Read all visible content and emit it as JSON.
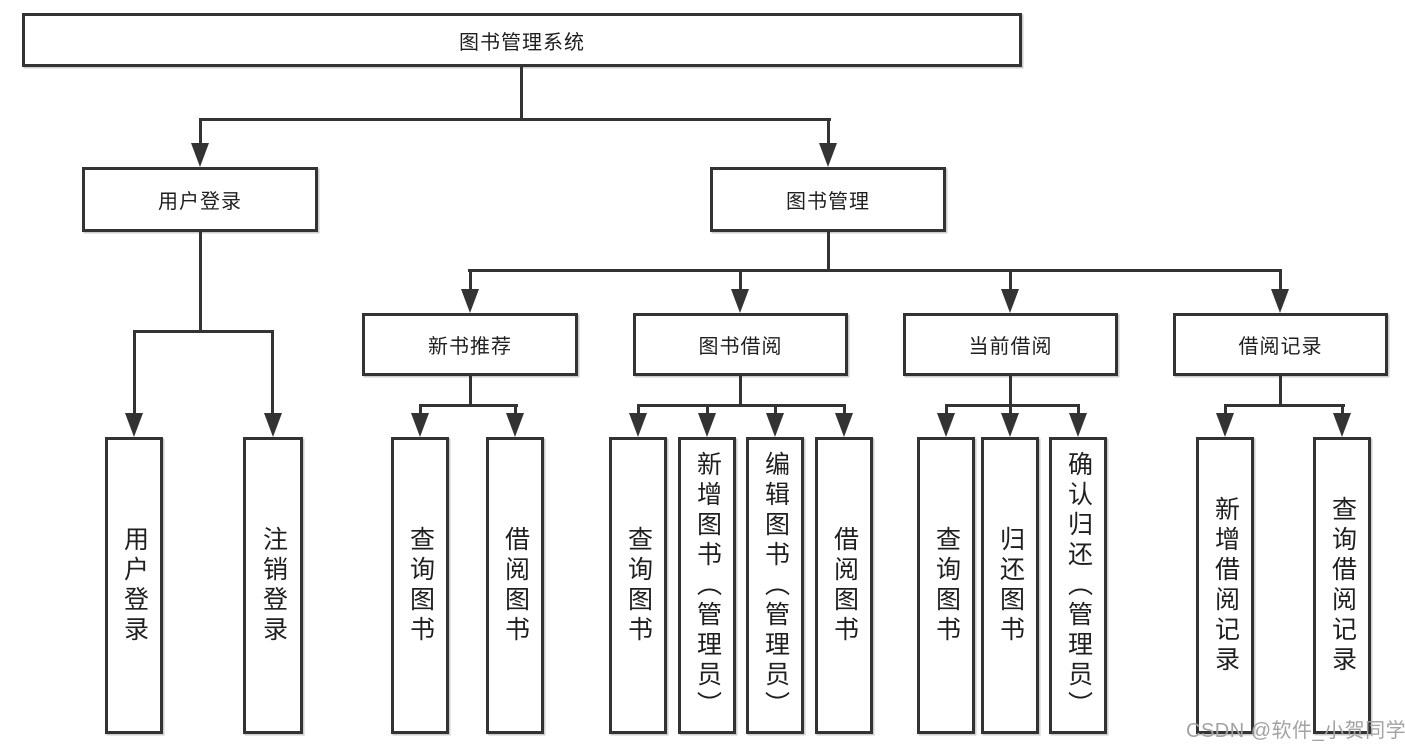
{
  "colors": {
    "line": "#333333",
    "text": "#1f1f1f",
    "canvas": "#ffffff",
    "watermark": "#a3a3a3"
  },
  "nodes": {
    "root": "图书管理系统",
    "level2": {
      "user_login": "用户登录",
      "book_mgmt": "图书管理"
    },
    "level3": {
      "new_book_rec": "新书推荐",
      "book_borrow": "图书借阅",
      "current_borrow": "当前借阅",
      "borrow_record": "借阅记录"
    },
    "leaves": {
      "user_login": "用户登录",
      "logout": "注销登录",
      "nbr_query": "查询图书",
      "nbr_borrow": "借阅图书",
      "bb_query": "查询图书",
      "bb_add": "新增图书（管理员）",
      "bb_edit": "编辑图书（管理员）",
      "bb_borrow": "借阅图书",
      "cb_query": "查询图书",
      "cb_return": "归还图书",
      "cb_confirm": "确认归还（管理员）",
      "br_add": "新增借阅记录",
      "br_query": "查询借阅记录"
    }
  },
  "watermark": "CSDN @软件_小贺同学"
}
